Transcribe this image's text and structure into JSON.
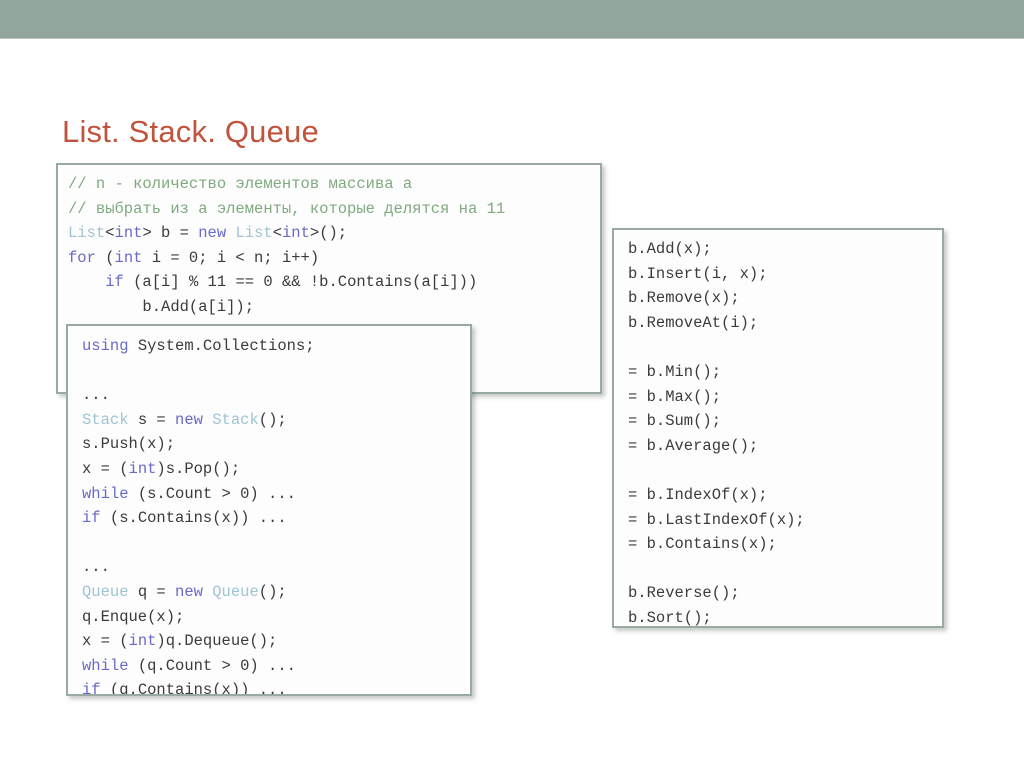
{
  "slide": {
    "title": "List. Stack. Queue",
    "accent_color": "#c0543c",
    "band_color": "#93a69c",
    "background_color": "#ffffff",
    "box_border_color": "#9aaaa0"
  },
  "code_colors": {
    "comment": "#7faa7f",
    "keyword": "#6a6ac8",
    "type": "#9fc4d4",
    "plain": "#3b3b3b"
  },
  "blocks": {
    "list_example": {
      "name": "List<int> example",
      "lines": [
        {
          "segments": [
            {
              "t": "// n - количество элементов массива a",
              "c": "cmt"
            }
          ]
        },
        {
          "segments": [
            {
              "t": "// выбрать из a элементы, которые делятся на 11",
              "c": "cmt"
            }
          ]
        },
        {
          "segments": [
            {
              "t": "List",
              "c": "typ"
            },
            {
              "t": "<",
              "c": "pl"
            },
            {
              "t": "int",
              "c": "kw"
            },
            {
              "t": "> b = ",
              "c": "pl"
            },
            {
              "t": "new",
              "c": "kw"
            },
            {
              "t": " ",
              "c": "pl"
            },
            {
              "t": "List",
              "c": "typ"
            },
            {
              "t": "<",
              "c": "pl"
            },
            {
              "t": "int",
              "c": "kw"
            },
            {
              "t": ">();",
              "c": "pl"
            }
          ]
        },
        {
          "segments": [
            {
              "t": "for",
              "c": "kw"
            },
            {
              "t": " (",
              "c": "pl"
            },
            {
              "t": "int",
              "c": "kw"
            },
            {
              "t": " i = 0; i < n; i++)",
              "c": "pl"
            }
          ]
        },
        {
          "segments": [
            {
              "t": "    ",
              "c": "pl"
            },
            {
              "t": "if",
              "c": "kw"
            },
            {
              "t": " (a[i] % 11 == 0 && !b.Contains(a[i]))",
              "c": "pl"
            }
          ]
        },
        {
          "segments": [
            {
              "t": "        b.Add(a[i]);",
              "c": "pl"
            }
          ]
        },
        {
          "segments": [
            {
              "t": "",
              "c": "pl"
            }
          ]
        },
        {
          "segments": [
            {
              "t": ",                                 ;",
              "c": "pl"
            }
          ]
        }
      ]
    },
    "stack_queue_example": {
      "name": "Stack and Queue example",
      "lines": [
        {
          "segments": [
            {
              "t": "using",
              "c": "kw"
            },
            {
              "t": " System.Collections;",
              "c": "pl"
            }
          ]
        },
        {
          "segments": [
            {
              "t": "",
              "c": "pl"
            }
          ]
        },
        {
          "segments": [
            {
              "t": "...",
              "c": "pl"
            }
          ]
        },
        {
          "segments": [
            {
              "t": "Stack",
              "c": "typ"
            },
            {
              "t": " s = ",
              "c": "pl"
            },
            {
              "t": "new",
              "c": "kw"
            },
            {
              "t": " ",
              "c": "pl"
            },
            {
              "t": "Stack",
              "c": "typ"
            },
            {
              "t": "();",
              "c": "pl"
            }
          ]
        },
        {
          "segments": [
            {
              "t": "s.Push(x);",
              "c": "pl"
            }
          ]
        },
        {
          "segments": [
            {
              "t": "x = (",
              "c": "pl"
            },
            {
              "t": "int",
              "c": "kw"
            },
            {
              "t": ")s.Pop();",
              "c": "pl"
            }
          ]
        },
        {
          "segments": [
            {
              "t": "while",
              "c": "kw"
            },
            {
              "t": " (s.Count > 0) ...",
              "c": "pl"
            }
          ]
        },
        {
          "segments": [
            {
              "t": "if",
              "c": "kw"
            },
            {
              "t": " (s.Contains(x)) ...",
              "c": "pl"
            }
          ]
        },
        {
          "segments": [
            {
              "t": "",
              "c": "pl"
            }
          ]
        },
        {
          "segments": [
            {
              "t": "...",
              "c": "pl"
            }
          ]
        },
        {
          "segments": [
            {
              "t": "Queue",
              "c": "typ"
            },
            {
              "t": " q = ",
              "c": "pl"
            },
            {
              "t": "new",
              "c": "kw"
            },
            {
              "t": " ",
              "c": "pl"
            },
            {
              "t": "Queue",
              "c": "typ"
            },
            {
              "t": "();",
              "c": "pl"
            }
          ]
        },
        {
          "segments": [
            {
              "t": "q.Enque(x);",
              "c": "pl"
            }
          ]
        },
        {
          "segments": [
            {
              "t": "x = (",
              "c": "pl"
            },
            {
              "t": "int",
              "c": "kw"
            },
            {
              "t": ")q.Dequeue();",
              "c": "pl"
            }
          ]
        },
        {
          "segments": [
            {
              "t": "while",
              "c": "kw"
            },
            {
              "t": " (q.Count > 0) ...",
              "c": "pl"
            }
          ]
        },
        {
          "segments": [
            {
              "t": "if",
              "c": "kw"
            },
            {
              "t": " (q.Contains(x)) ...",
              "c": "pl"
            }
          ]
        }
      ]
    },
    "list_methods": {
      "name": "List methods reference",
      "lines": [
        {
          "segments": [
            {
              "t": "b.Add(x);",
              "c": "pl"
            }
          ]
        },
        {
          "segments": [
            {
              "t": "b.Insert(i, x);",
              "c": "pl"
            }
          ]
        },
        {
          "segments": [
            {
              "t": "b.Remove(x);",
              "c": "pl"
            }
          ]
        },
        {
          "segments": [
            {
              "t": "b.RemoveAt(i);",
              "c": "pl"
            }
          ]
        },
        {
          "segments": [
            {
              "t": "",
              "c": "pl"
            }
          ]
        },
        {
          "segments": [
            {
              "t": "= b.Min();",
              "c": "pl"
            }
          ]
        },
        {
          "segments": [
            {
              "t": "= b.Max();",
              "c": "pl"
            }
          ]
        },
        {
          "segments": [
            {
              "t": "= b.Sum();",
              "c": "pl"
            }
          ]
        },
        {
          "segments": [
            {
              "t": "= b.Average();",
              "c": "pl"
            }
          ]
        },
        {
          "segments": [
            {
              "t": "",
              "c": "pl"
            }
          ]
        },
        {
          "segments": [
            {
              "t": "= b.IndexOf(x);",
              "c": "pl"
            }
          ]
        },
        {
          "segments": [
            {
              "t": "= b.LastIndexOf(x);",
              "c": "pl"
            }
          ]
        },
        {
          "segments": [
            {
              "t": "= b.Contains(x);",
              "c": "pl"
            }
          ]
        },
        {
          "segments": [
            {
              "t": "",
              "c": "pl"
            }
          ]
        },
        {
          "segments": [
            {
              "t": "b.Reverse();",
              "c": "pl"
            }
          ]
        },
        {
          "segments": [
            {
              "t": "b.Sort();",
              "c": "pl"
            }
          ]
        }
      ]
    }
  }
}
